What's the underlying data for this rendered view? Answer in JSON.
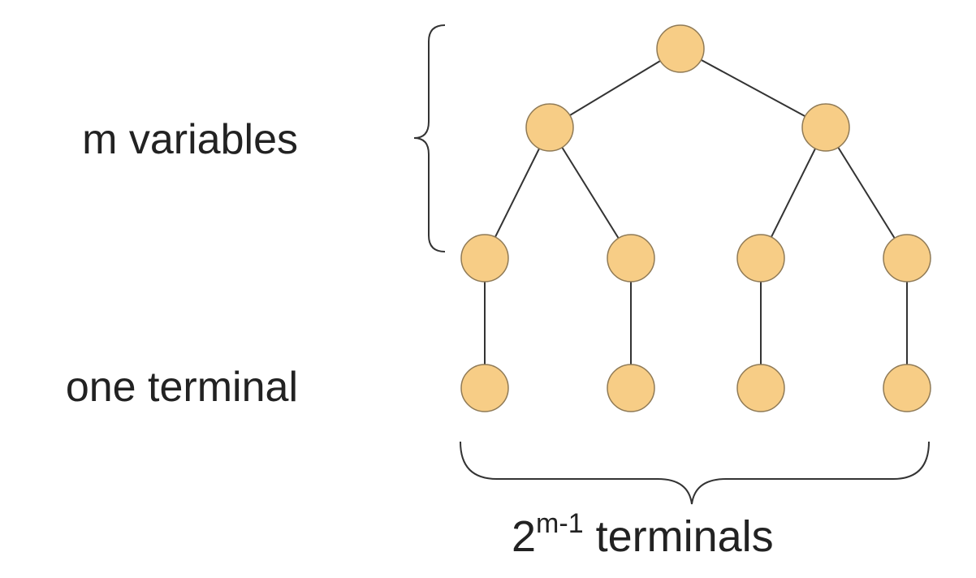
{
  "labels": {
    "variables": "m variables",
    "terminal": "one terminal",
    "terminals_base": "2",
    "terminals_exponent": "m-1",
    "terminals_rest": " terminals"
  },
  "tree": {
    "node_fill": "#f7cd86",
    "node_stroke": "#8f7a56",
    "edge_color": "#333333",
    "levels": 4,
    "leaf_count": 4
  }
}
